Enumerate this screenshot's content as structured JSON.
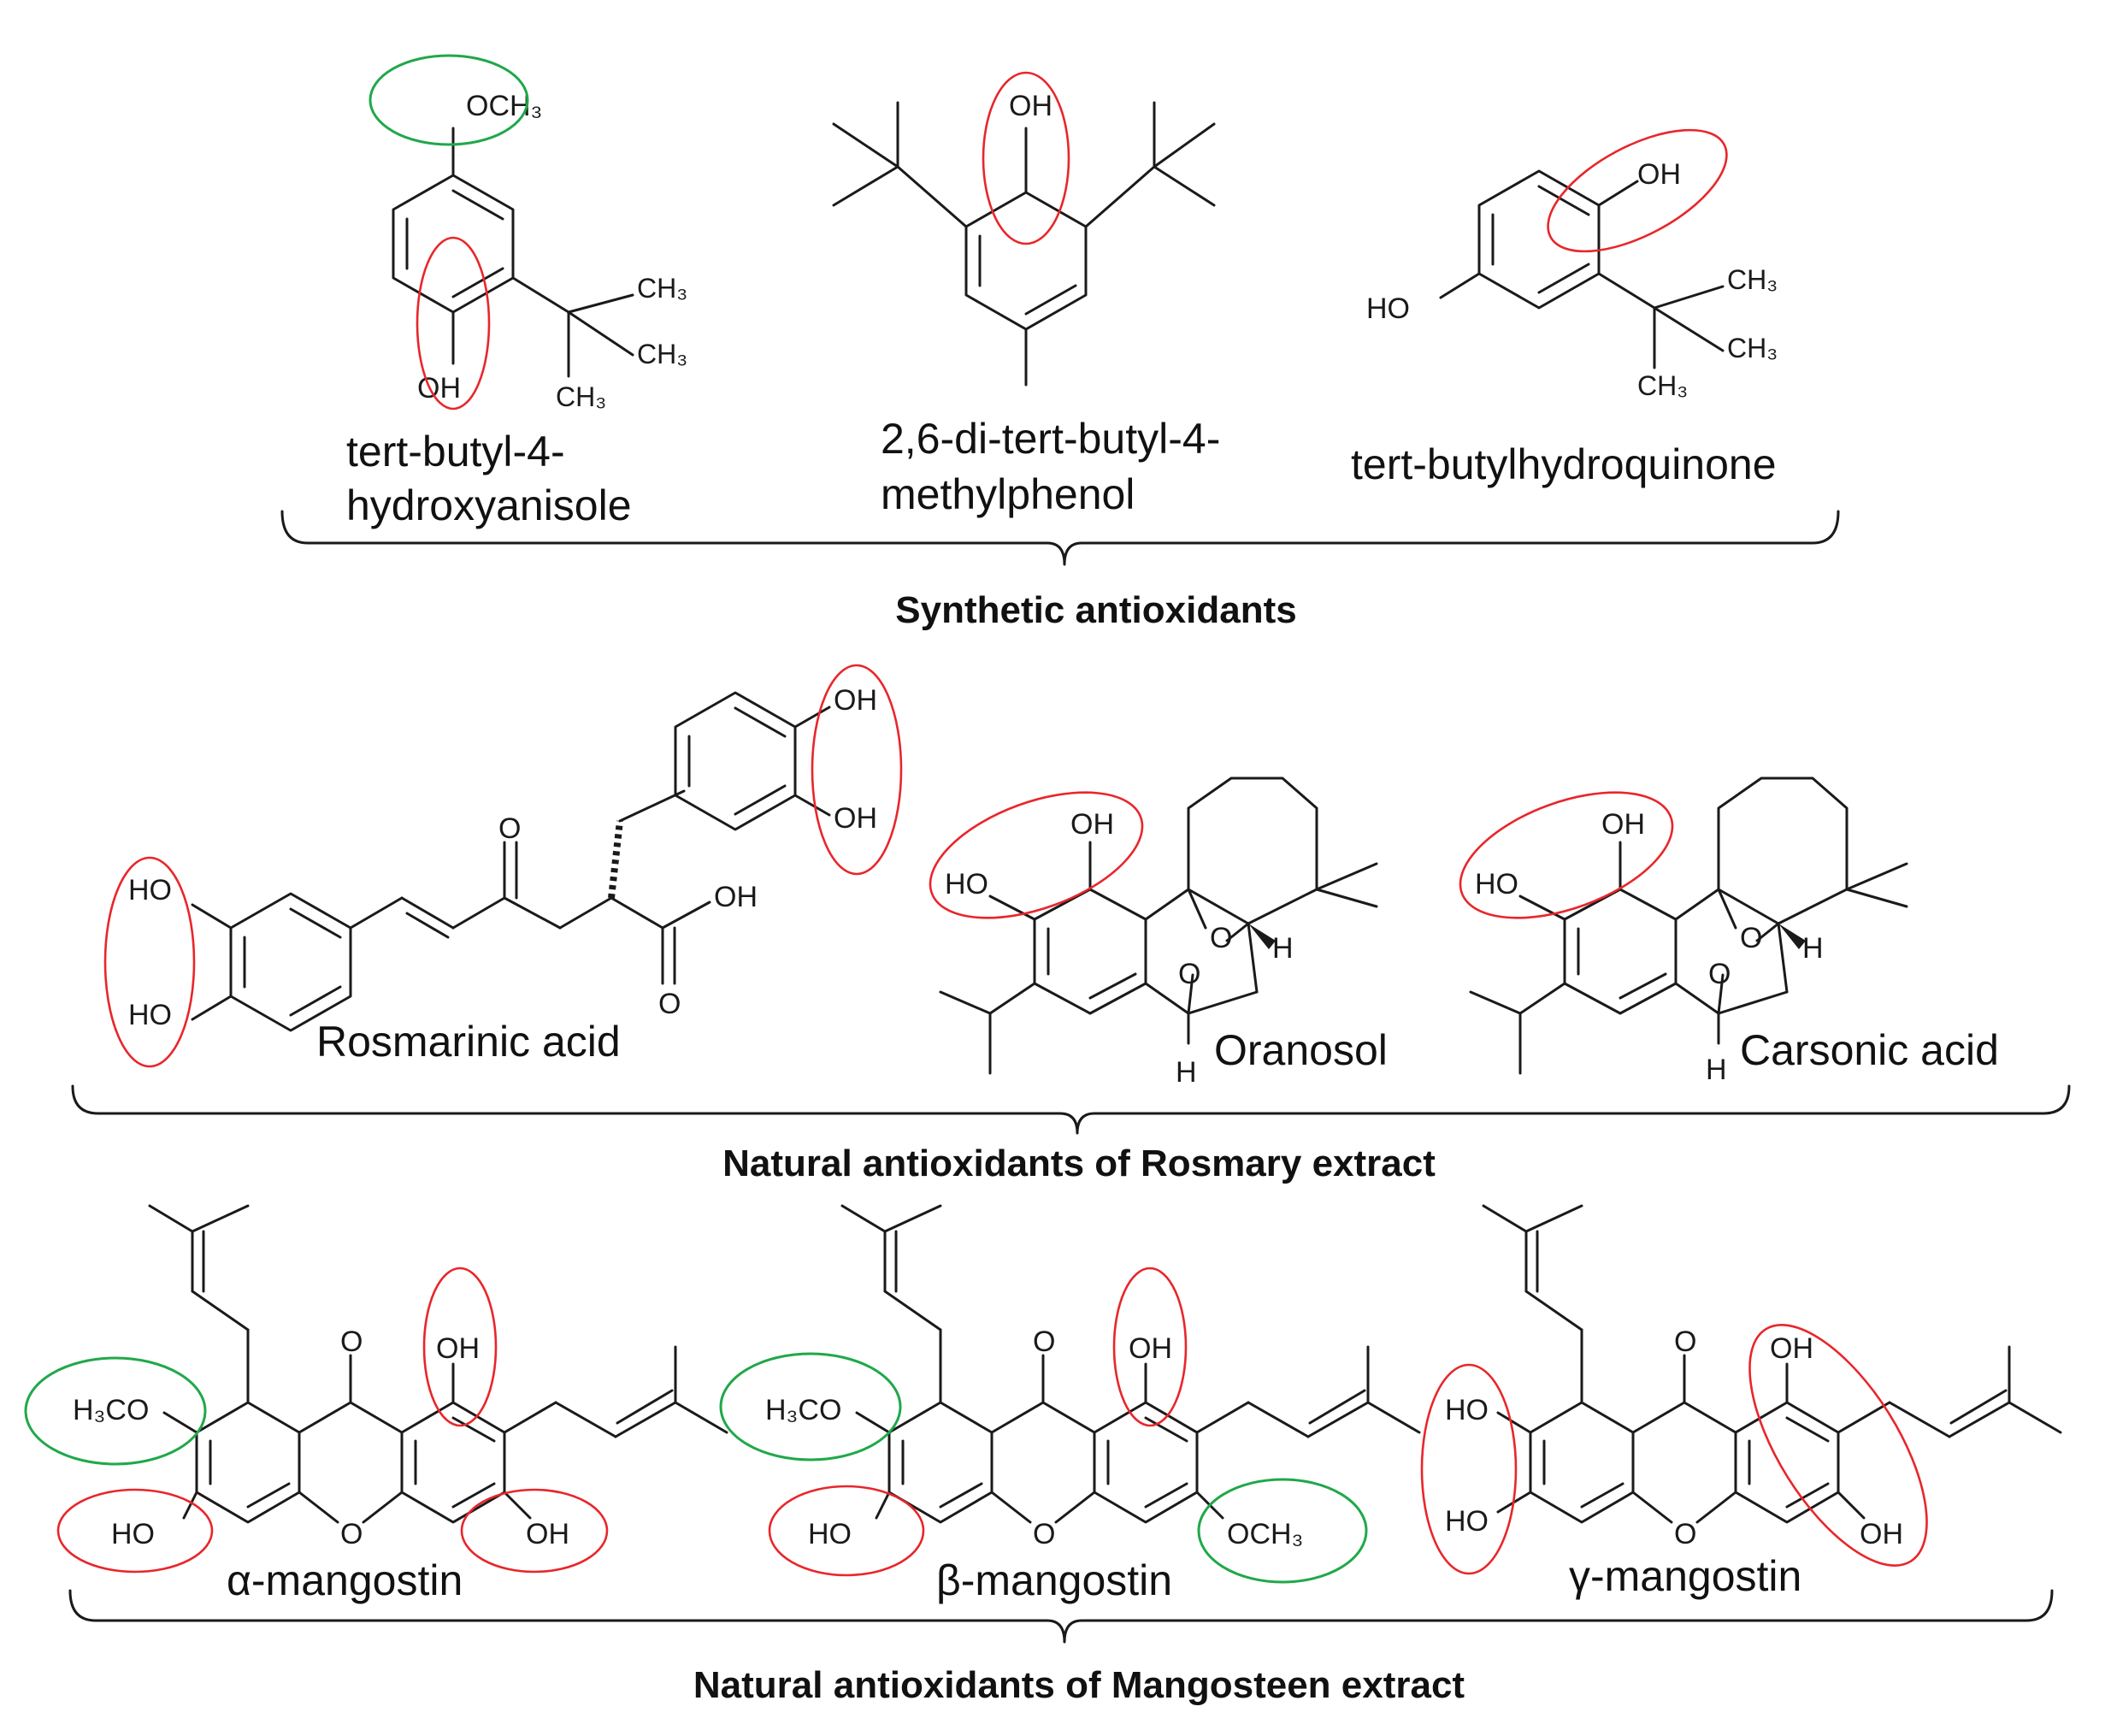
{
  "colors": {
    "hydroxyl_highlight": "#e8262b",
    "methoxy_highlight": "#20a84a",
    "ink": "#1a1a1a"
  },
  "groups": {
    "synthetic": "Synthetic antioxidants",
    "rosemary": "Natural antioxidants of Rosmary extract",
    "mangosteen": "Natural antioxidants of Mangosteen extract"
  },
  "compounds": {
    "bha": {
      "name_line1": "tert-butyl-4-",
      "name_line2": "hydroxyanisole"
    },
    "bht": {
      "name_line1": "2,6-di-tert-butyl-4-",
      "name_line2": "methylphenol"
    },
    "tbhq": {
      "name": "tert-butylhydroquinone"
    },
    "rosmarinic": {
      "name": "Rosmarinic acid"
    },
    "oranosol": {
      "name": "Oranosol"
    },
    "carsonic": {
      "name": "Carsonic acid"
    },
    "alpha": {
      "name": "α-mangostin"
    },
    "beta": {
      "name": "β-mangostin"
    },
    "gamma": {
      "name": "γ-mangostin"
    }
  },
  "atoms": {
    "OCH3": "OCH₃",
    "OH": "OH",
    "HO": "HO",
    "CH3": "CH₃",
    "H3CO": "H₃CO",
    "O": "O",
    "H": "H"
  }
}
